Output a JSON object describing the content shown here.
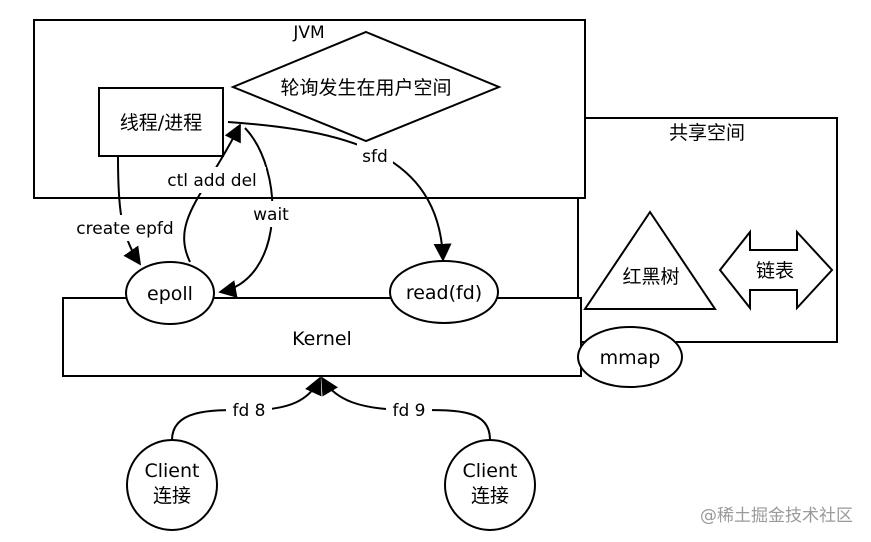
{
  "jvm": {
    "title": "JVM",
    "polling_note": "轮询发生在用户空间",
    "thread_process": "线程/进程"
  },
  "shared_space": {
    "title": "共享空间",
    "red_black_tree": "红黑树",
    "linked_list": "链表"
  },
  "kernel": {
    "title": "Kernel",
    "epoll": "epoll",
    "read": "read(fd)",
    "mmap": "mmap"
  },
  "edges": {
    "create_epfd": "create epfd",
    "ctl": "ctl add del",
    "wait": "wait",
    "sfd": "sfd",
    "fd8": "fd 8",
    "fd9": "fd 9"
  },
  "clients": [
    {
      "line1": "Client",
      "line2": "连接"
    },
    {
      "line1": "Client",
      "line2": "连接"
    }
  ],
  "watermark": "@稀土掘金技术社区"
}
